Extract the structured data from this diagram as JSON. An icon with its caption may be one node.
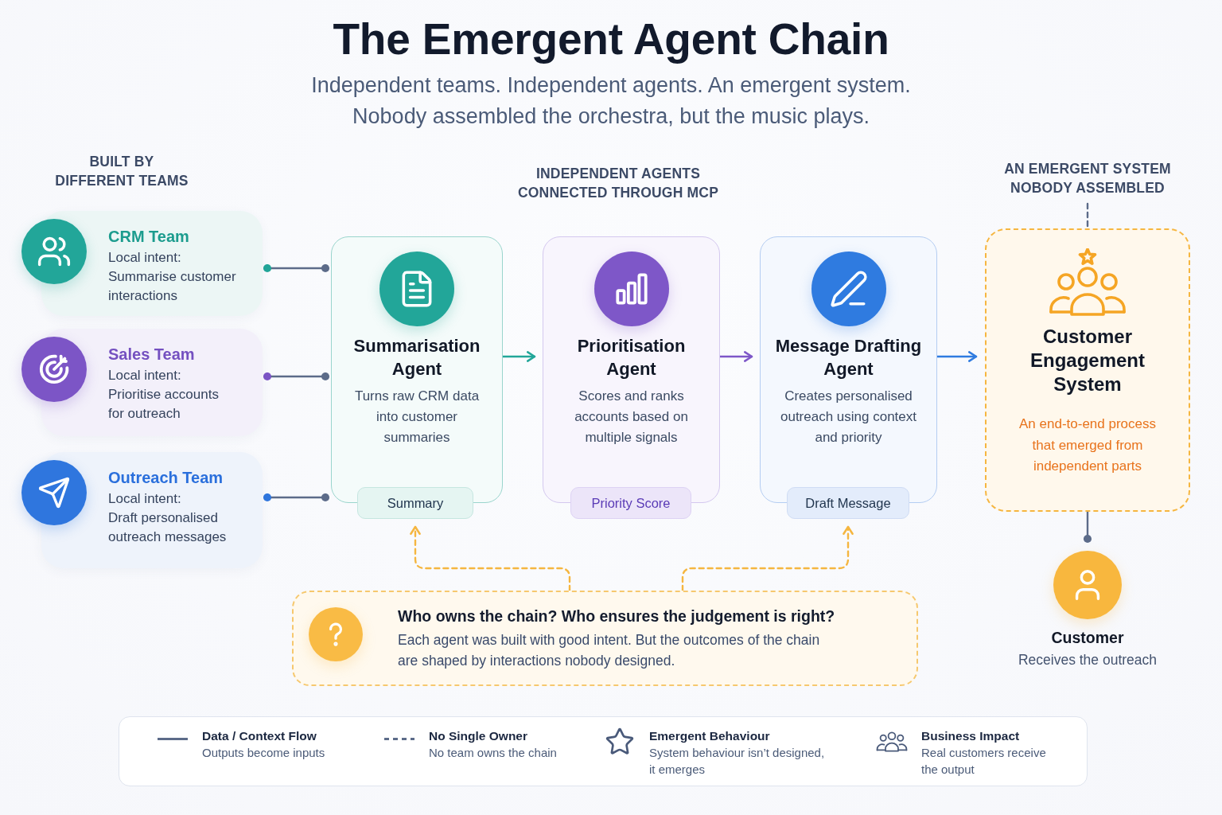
{
  "diagram": {
    "title": "The Emergent Agent Chain",
    "nodes": [
      {
        "text": [
          "CRM Team",
          "Local intent:",
          "Summarise customer interactions"
        ]
      },
      {
        "text": [
          "Sales Team",
          "Local intent:",
          "Prioritise accounts for outreach"
        ]
      },
      {
        "text": [
          "Outreach Team",
          "Local intent:",
          "Draft personalised outreach messages"
        ]
      },
      {
        "text": [
          "Summarisation Agent",
          "Turns raw CRM data into customer summaries"
        ]
      },
      {
        "text": [
          "Summary"
        ]
      },
      {
        "text": [
          "Prioritisation Agent",
          "Scores and ranks accounts based on multiple signals"
        ]
      },
      {
        "text": [
          "Priority Score"
        ]
      },
      {
        "text": [
          "Message Drafting Agent",
          "Creates personalised outreach using context and priority"
        ]
      },
      {
        "text": [
          "Draft Message"
        ]
      },
      {
        "text": [
          "Customer Engagement System",
          "An end-to-end process that emerged from independent parts"
        ]
      },
      {
        "text": [
          "Customer",
          "Receives the outreach"
        ]
      },
      {
        "text": [
          "Who owns the chain? Who ensures the judgement is right?",
          "Each agent was built with good intent. But the outcomes of the chain are shaped by interactions nobody designed."
        ]
      },
      {
        "text": [
          "AN EMERGENT SYSTEM NOBODY ASSEMBLED"
        ]
      }
    ],
    "edges": [
      {
        "from": 0,
        "to": 3,
        "arrow": "other"
      },
      {
        "from": 1,
        "to": 3,
        "arrow": "other"
      },
      {
        "from": 2,
        "to": 3,
        "arrow": "other"
      },
      {
        "from": 3,
        "to": 5,
        "arrow": "to",
        "color": "#22a699"
      },
      {
        "from": 5,
        "to": 7,
        "arrow": "to",
        "color": "#7e57c8"
      },
      {
        "from": 7,
        "to": 9,
        "arrow": "to",
        "color": "#2f7be0"
      },
      {
        "from": 11,
        "to": 4,
        "arrow": "to",
        "style": "dashed",
        "color": "#f5b640"
      },
      {
        "from": 11,
        "to": 8,
        "arrow": "to",
        "style": "dashed",
        "color": "#f5b640"
      },
      {
        "from": 9,
        "to": 10,
        "arrow": "other"
      },
      {
        "from": 12,
        "to": 9,
        "arrow": "none",
        "style": "dashed"
      }
    ],
    "labels": [
      "Independent teams. Independent agents. An emergent system. Nobody assembled the orchestra, but the music plays.",
      "BUILT BY DIFFERENT TEAMS",
      "INDEPENDENT AGENTS CONNECTED THROUGH MCP",
      "Outputs become inputs",
      "No team owns the chain",
      "System behaviour isn’t designed, it emerges",
      "Real customers receive the output"
    ],
    "legend": [
      {
        "text": "Data / Context Flow"
      },
      {
        "text": "No Single Owner"
      },
      {
        "text": "Emergent Behaviour"
      },
      {
        "text": "Business Impact"
      }
    ]
  }
}
